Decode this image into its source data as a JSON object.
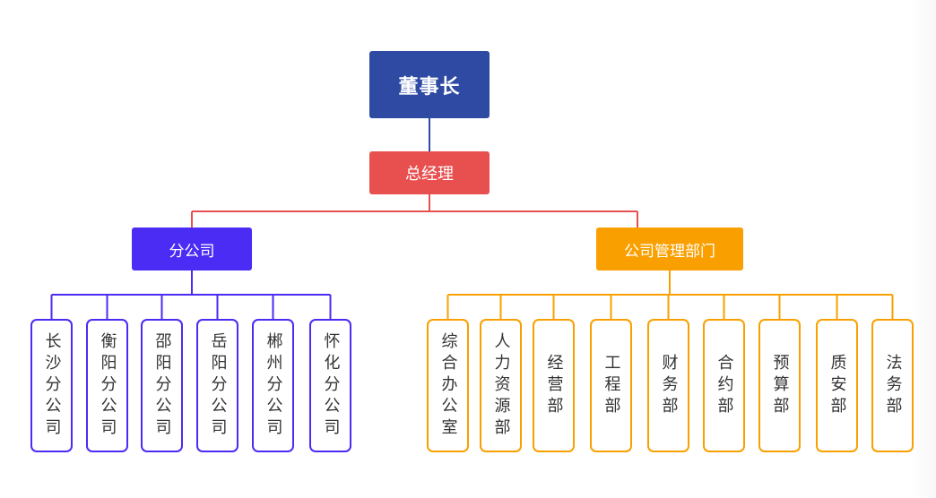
{
  "colors": {
    "chairman": "#2e4aa3",
    "general_manager": "#e84f4f",
    "branch_group": "#4a2cf5",
    "dept_group": "#f9a000",
    "leaf_text": "#333333"
  },
  "chairman": {
    "label": "董事长"
  },
  "general_manager": {
    "label": "总经理"
  },
  "branch_group": {
    "label": "分公司",
    "items": [
      "长沙分公司",
      "衡阳分公司",
      "邵阳分公司",
      "岳阳分公司",
      "郴州分公司",
      "怀化分公司"
    ]
  },
  "dept_group": {
    "label": "公司管理部门",
    "items": [
      "综合办公室",
      "人力资源部",
      "经营部",
      "工程部",
      "财务部",
      "合约部",
      "预算部",
      "质安部",
      "法务部"
    ]
  }
}
